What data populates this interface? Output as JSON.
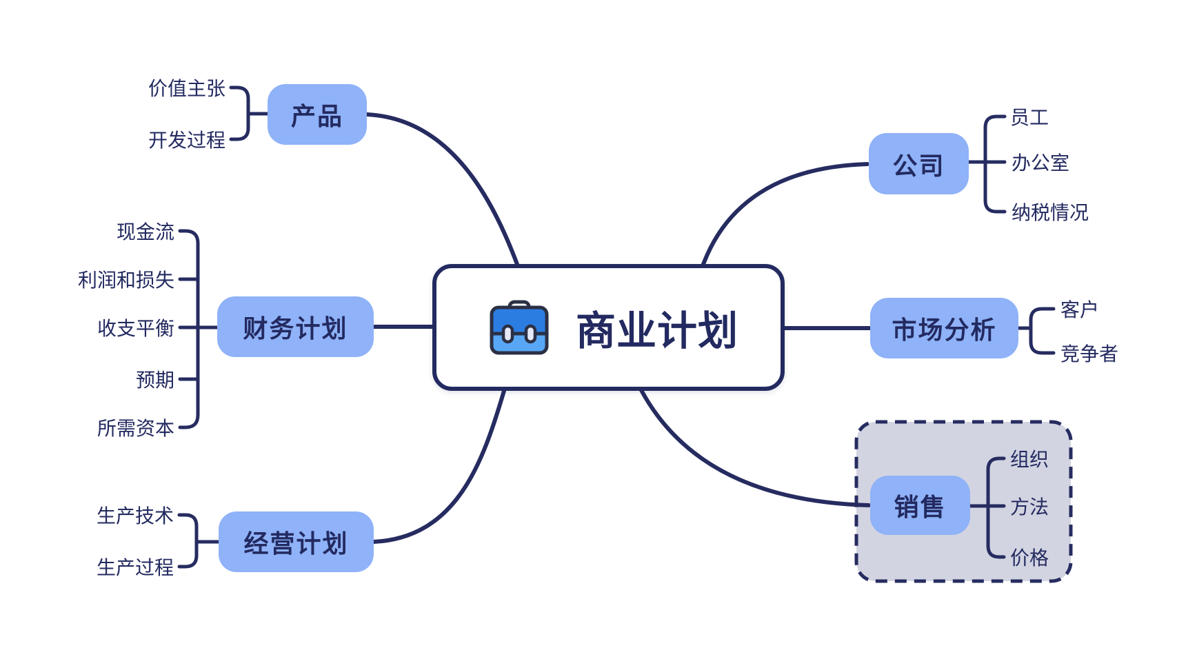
{
  "center": {
    "label": "商业计划",
    "icon": "briefcase-icon"
  },
  "branches": {
    "product": {
      "label": "产品",
      "children": [
        "价值主张",
        "开发过程"
      ]
    },
    "finance": {
      "label": "财务计划",
      "children": [
        "现金流",
        "利润和损失",
        "收支平衡",
        "预期",
        "所需资本"
      ]
    },
    "operations": {
      "label": "经营计划",
      "children": [
        "生产技术",
        "生产过程"
      ]
    },
    "company": {
      "label": "公司",
      "children": [
        "员工",
        "办公室",
        "纳税情况"
      ]
    },
    "market": {
      "label": "市场分析",
      "children": [
        "客户",
        "竞争者"
      ]
    },
    "sales": {
      "label": "销售",
      "children": [
        "组织",
        "方法",
        "价格"
      ],
      "grouped": true
    }
  },
  "colors": {
    "line": "#262c60",
    "node_fill": "#8fb2f8",
    "text": "#232a60",
    "group_fill": "#d2d4e1",
    "center_fill": "#ffffff",
    "briefcase_dark_blue": "#2b7de2",
    "briefcase_light_blue": "#58a7f6",
    "briefcase_clasp": "#e6e9f8"
  }
}
